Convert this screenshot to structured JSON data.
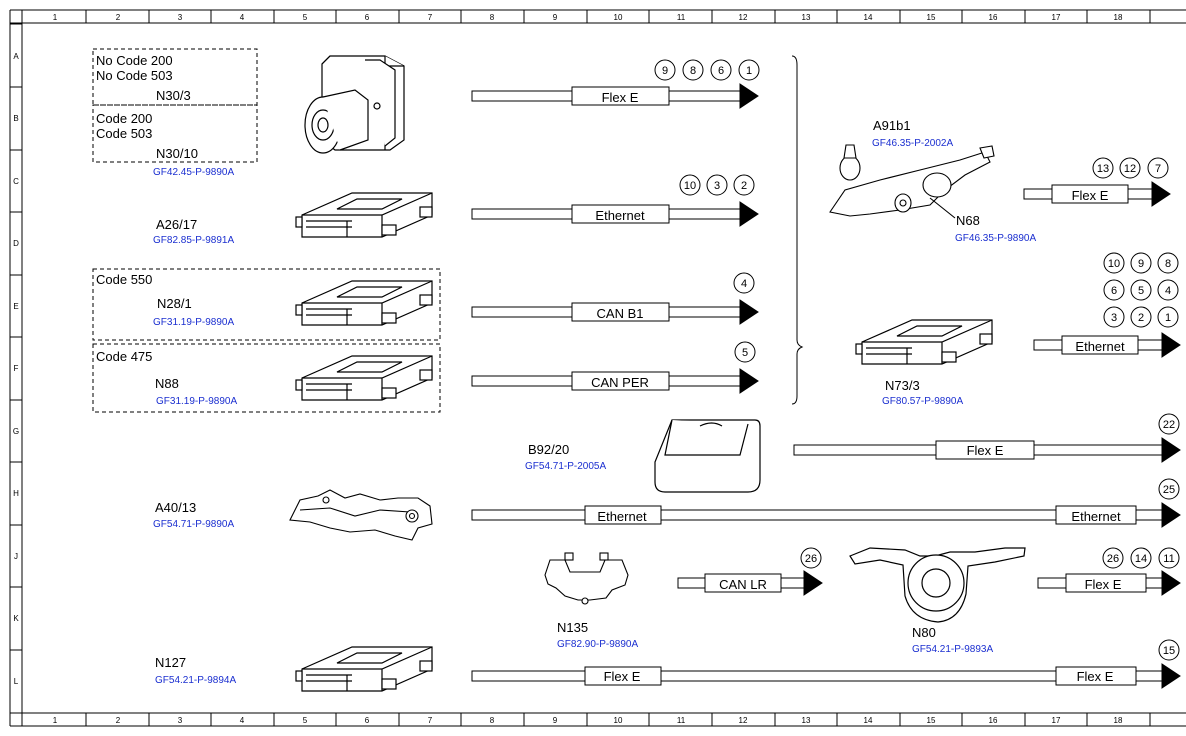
{
  "grid": {
    "columns": [
      "1",
      "2",
      "3",
      "4",
      "5",
      "6",
      "7",
      "8",
      "9",
      "10",
      "11",
      "12",
      "13",
      "14",
      "15",
      "16",
      "17",
      "18"
    ],
    "rows": [
      "A",
      "B",
      "C",
      "D",
      "E",
      "F",
      "G",
      "H",
      "J",
      "K",
      "L"
    ]
  },
  "codes": {
    "no_code_200": "No Code 200",
    "no_code_503": "No Code 503",
    "code_200": "Code 200",
    "code_503": "Code 503",
    "code_550": "Code 550",
    "code_475": "Code 475"
  },
  "components": {
    "n30_3": {
      "name": "N30/3"
    },
    "n30_10": {
      "name": "N30/10",
      "doc": "GF42.45-P-9890A"
    },
    "a26_17": {
      "name": "A26/17",
      "doc": "GF82.85-P-9891A"
    },
    "n28_1": {
      "name": "N28/1",
      "doc": "GF31.19-P-9890A"
    },
    "n88": {
      "name": "N88",
      "doc": "GF31.19-P-9890A"
    },
    "a91b1": {
      "name": "A91b1",
      "doc": "GF46.35-P-2002A"
    },
    "n68": {
      "name": "N68",
      "doc": "GF46.35-P-9890A"
    },
    "n73_3": {
      "name": "N73/3",
      "doc": "GF80.57-P-9890A"
    },
    "b92_20": {
      "name": "B92/20",
      "doc": "GF54.71-P-2005A"
    },
    "a40_13": {
      "name": "A40/13",
      "doc": "GF54.71-P-9890A"
    },
    "n135": {
      "name": "N135",
      "doc": "GF82.90-P-9890A"
    },
    "n80": {
      "name": "N80",
      "doc": "GF54.21-P-9893A"
    },
    "n127": {
      "name": "N127",
      "doc": "GF54.21-P-9894A"
    }
  },
  "buses": {
    "n30_flex": {
      "label": "Flex E",
      "numbers": [
        "9",
        "8",
        "6",
        "1"
      ]
    },
    "a26_eth": {
      "label": "Ethernet",
      "numbers": [
        "10",
        "3",
        "2"
      ]
    },
    "n28_can": {
      "label": "CAN B1",
      "numbers": [
        "4"
      ]
    },
    "n88_can": {
      "label": "CAN PER",
      "numbers": [
        "5"
      ]
    },
    "a91_flex": {
      "label": "Flex E",
      "numbers": [
        "13",
        "12",
        "7"
      ]
    },
    "n73_eth": {
      "label": "Ethernet",
      "numbers": [
        "10",
        "9",
        "8",
        "6",
        "5",
        "4",
        "3",
        "2",
        "1"
      ]
    },
    "b92_flex": {
      "label": "Flex E",
      "numbers": [
        "22"
      ]
    },
    "a40_eth": {
      "labels": [
        "Ethernet",
        "Ethernet"
      ],
      "numbers": [
        "25"
      ]
    },
    "n135_can": {
      "label": "CAN LR",
      "numbers": [
        "26"
      ]
    },
    "n80_flex": {
      "label": "Flex E",
      "numbers": [
        "26",
        "14",
        "11"
      ]
    },
    "n127_flex": {
      "labels": [
        "Flex E",
        "Flex E"
      ],
      "numbers": [
        "15"
      ]
    }
  }
}
